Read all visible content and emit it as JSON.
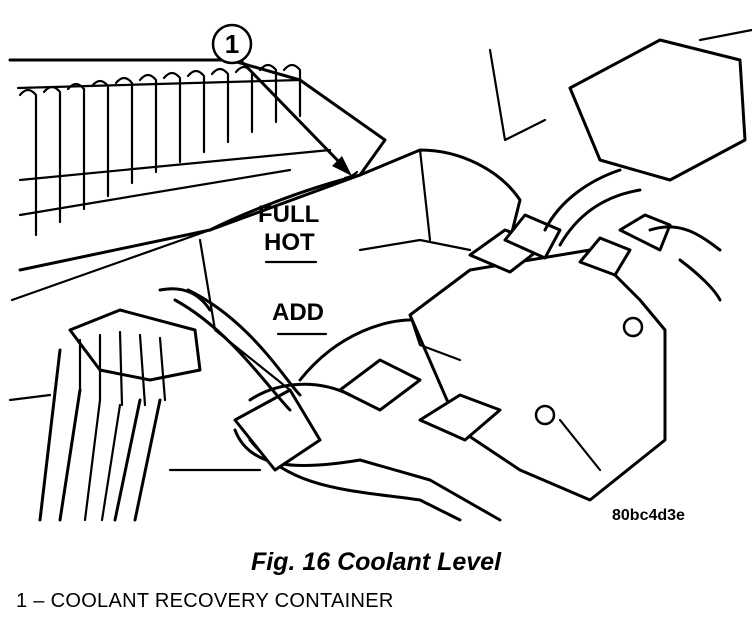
{
  "figure": {
    "callout_number": "1",
    "level_labels": {
      "full": "FULL",
      "hot": "HOT",
      "add": "ADD"
    },
    "image_code": "80bc4d3e",
    "caption": "Fig. 16 Coolant Level",
    "legend": [
      {
        "number": "1",
        "separator": "–",
        "text": "COOLANT RECOVERY CONTAINER"
      }
    ]
  }
}
